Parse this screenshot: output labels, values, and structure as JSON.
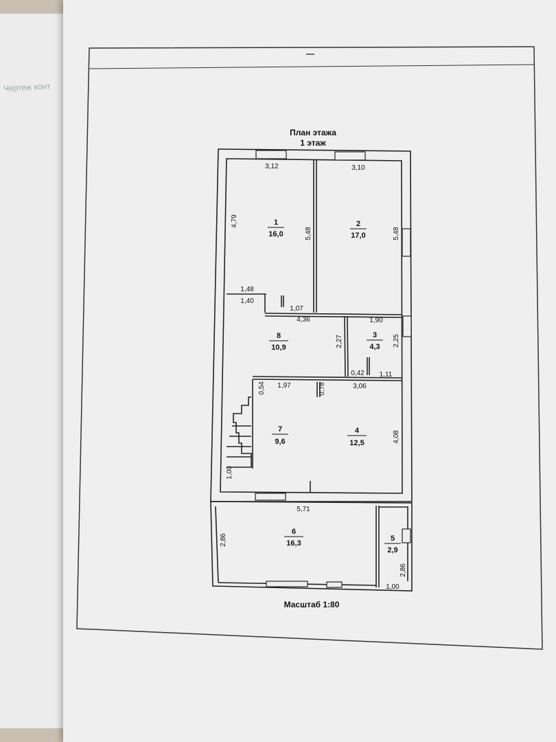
{
  "left_page": {
    "text": "Чертеж конт"
  },
  "header_mark": "—",
  "plan": {
    "title_line1": "План этажа",
    "title_line2": "1 этаж"
  },
  "scale": "Масштаб 1:80",
  "rooms": [
    {
      "num": "1",
      "area": "16,0"
    },
    {
      "num": "2",
      "area": "17,0"
    },
    {
      "num": "3",
      "area": "4,3"
    },
    {
      "num": "4",
      "area": "12,5"
    },
    {
      "num": "5",
      "area": "2,9"
    },
    {
      "num": "6",
      "area": "16,3"
    },
    {
      "num": "7",
      "area": "9,6"
    },
    {
      "num": "8",
      "area": "10,9"
    }
  ],
  "dims": {
    "d312": "3,12",
    "d310": "3,10",
    "d479": "4,79",
    "d548a": "5,48",
    "d548b": "5,48",
    "d148": "1,48",
    "d140": "1,40",
    "d107": "1,07",
    "d436": "4,36",
    "d190": "1,90",
    "d227": "2,27",
    "d225": "2,25",
    "d042": "0,42",
    "d111": "1,11",
    "d054": "0,54",
    "d197": "1,97",
    "d078": "0,78",
    "d306": "3,06",
    "d408": "4,08",
    "d100a": "1,00",
    "d571": "5,71",
    "d286a": "2,86",
    "d286b": "2,86",
    "d100b": "1,00"
  }
}
